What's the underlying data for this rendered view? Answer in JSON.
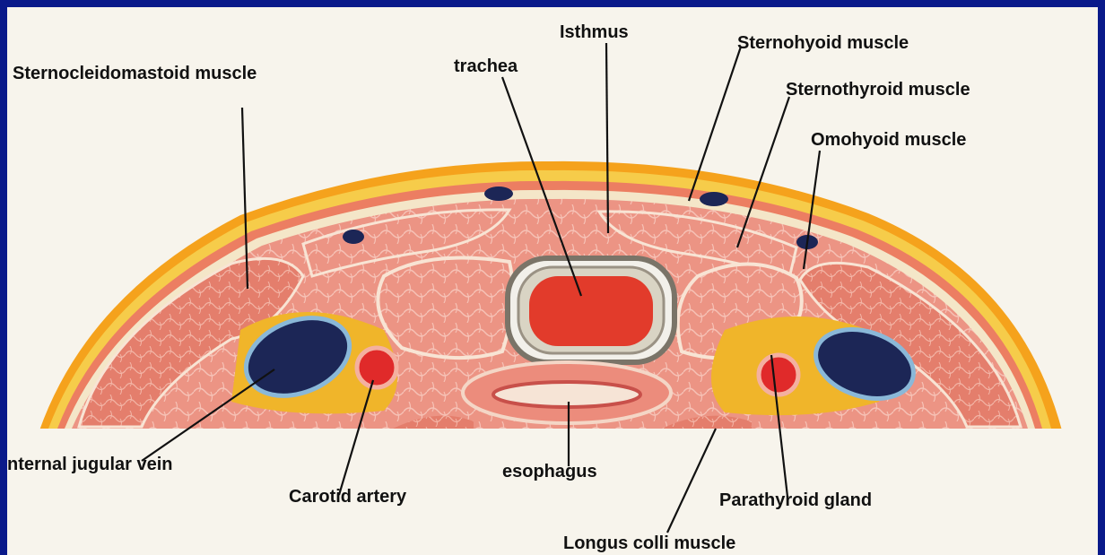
{
  "figure": {
    "border_color": "#0a1a8a",
    "background": "#f7f4ec",
    "colors": {
      "muscle": "#e98a7a",
      "muscle_dark": "#d9604a",
      "fat": "#f2c234",
      "skin": "#f5a21c",
      "vein": "#1a2450",
      "artery": "#e02a2a",
      "trachea": "#e23b2b"
    }
  },
  "labels": {
    "sternocleidomastoid": "Sternocleidomastoid muscle",
    "trachea": "trachea",
    "isthmus": "Isthmus",
    "sternohyoid": "Sternohyoid muscle",
    "sternothyroid": "Sternothyroid muscle",
    "omohyoid": "Omohyoid muscle",
    "internal_jugular": "nternal jugular vein",
    "carotid": "Carotid artery",
    "esophagus": "esophagus",
    "parathyroid": "Parathyroid gland",
    "longus_colli": "Longus colli muscle"
  }
}
